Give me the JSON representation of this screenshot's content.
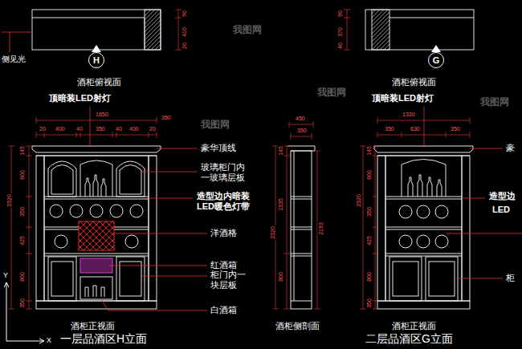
{
  "diagram": {
    "nodes": [
      {
        "text": [
          "H"
        ]
      },
      {
        "text": [
          "G"
        ]
      }
    ],
    "labels": [
      "侧见光",
      "酒柜俯视面",
      "酒柜俯视面",
      "顶暗装LED射灯",
      "顶暗装LED射灯",
      "1650",
      "350",
      "20",
      "400",
      "40",
      "350",
      "40",
      "400",
      "20",
      "145",
      "600",
      "350",
      "425",
      "800",
      "350",
      "2320",
      "450",
      "350",
      "145",
      "1335",
      "2320",
      "800",
      "2193",
      "1330",
      "350",
      "630",
      "350",
      "145",
      "600",
      "350",
      "425",
      "800",
      "350",
      "2320",
      "410",
      "20",
      "90",
      "90",
      "370",
      "40",
      "豪华顶线",
      "玻璃柜门内 一玻璃层板",
      "造型边内暗装 LED暖色灯带",
      "洋酒格",
      "红酒箱",
      "柜门内一 块层板",
      "白酒箱",
      "豪",
      "造型边",
      "LED",
      "柜",
      "酒柜正视面",
      "酒柜侧剖面",
      "酒柜正视面",
      "一层品酒区H立面",
      "二层品酒区G立面",
      "Y",
      "X",
      "我图网",
      "我图网",
      "我图网",
      "我图网"
    ]
  }
}
